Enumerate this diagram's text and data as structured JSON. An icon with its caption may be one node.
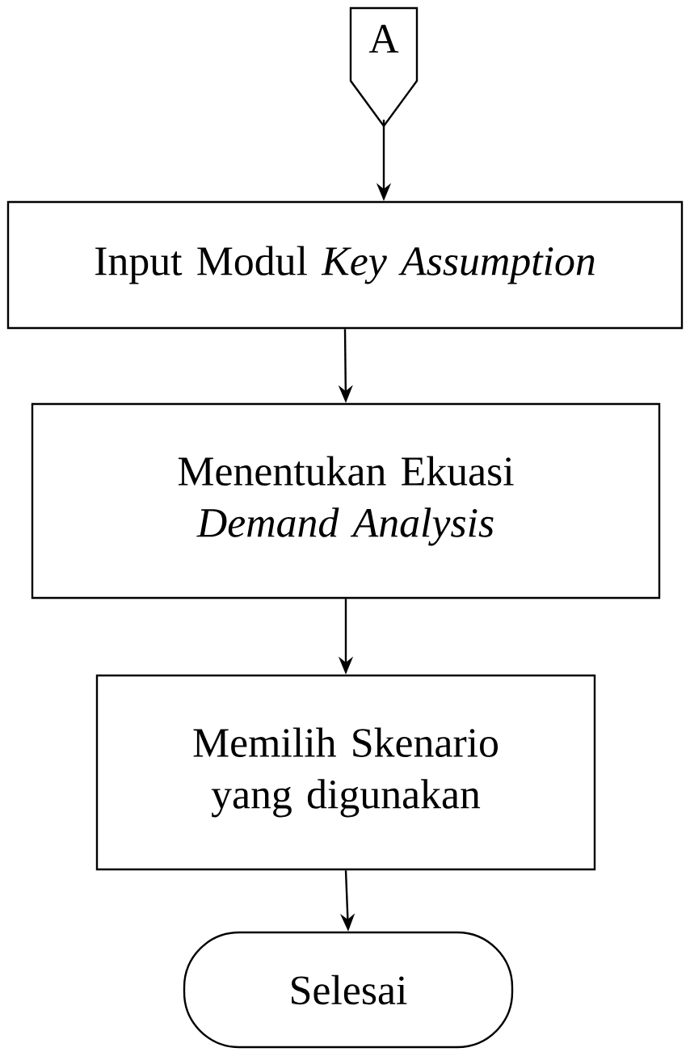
{
  "diagram": {
    "nodes": [
      {
        "text": [
          "A"
        ]
      },
      {
        "text": [
          "Input Modul *Key Assumption*"
        ]
      },
      {
        "text": [
          "Menentukan Ekuasi *Demand Analysis*"
        ]
      },
      {
        "text": [
          "Memilih Skenario yang digunakan"
        ]
      },
      {
        "text": [
          "Selesai"
        ]
      }
    ],
    "edges": [
      {
        "from": 0,
        "to": 1,
        "arrow": "to"
      },
      {
        "from": 1,
        "to": 2,
        "arrow": "to"
      },
      {
        "from": 2,
        "to": 3,
        "arrow": "to"
      },
      {
        "from": 3,
        "to": 4,
        "arrow": "to"
      }
    ]
  }
}
